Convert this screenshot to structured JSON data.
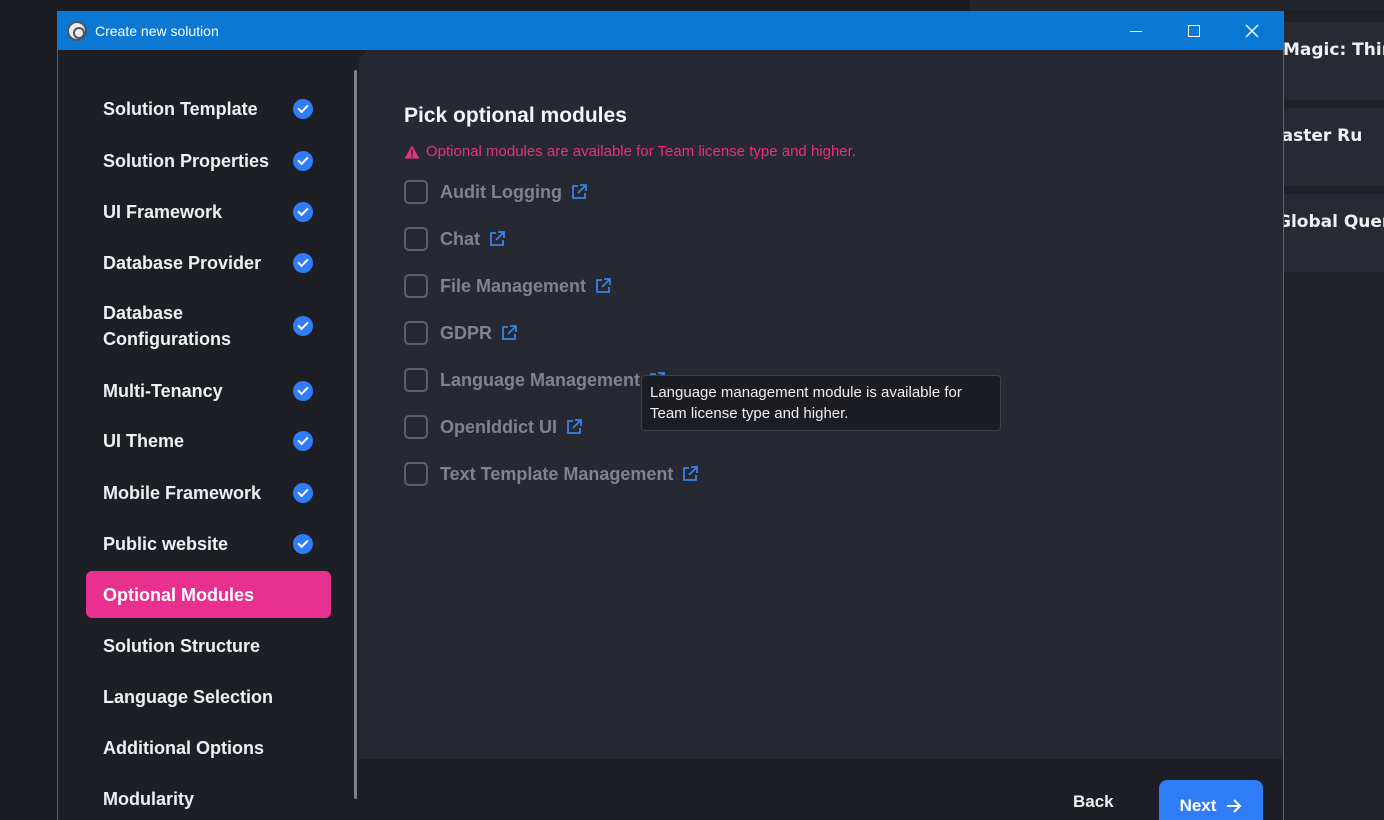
{
  "window": {
    "title": "Create new solution"
  },
  "background": {
    "cards": [
      "Magic: Thin",
      "Faster Ru",
      "Global Query"
    ]
  },
  "sidebar": {
    "steps": [
      {
        "label": "Solution Template",
        "done": true
      },
      {
        "label": "Solution Properties",
        "done": true
      },
      {
        "label": "UI Framework",
        "done": true
      },
      {
        "label": "Database Provider",
        "done": true
      },
      {
        "label": "Database Configurations",
        "done": true
      },
      {
        "label": "Multi-Tenancy",
        "done": true
      },
      {
        "label": "UI Theme",
        "done": true
      },
      {
        "label": "Mobile Framework",
        "done": true
      },
      {
        "label": "Public website",
        "done": true
      },
      {
        "label": "Optional Modules",
        "done": false,
        "active": true
      },
      {
        "label": "Solution Structure",
        "done": false
      },
      {
        "label": "Language Selection",
        "done": false
      },
      {
        "label": "Additional Options",
        "done": false
      },
      {
        "label": "Modularity",
        "done": false
      }
    ]
  },
  "main": {
    "title": "Pick optional modules",
    "warning": "Optional modules are available for Team license type and higher.",
    "modules": [
      {
        "label": "Audit Logging",
        "checked": false
      },
      {
        "label": "Chat",
        "checked": false
      },
      {
        "label": "File Management",
        "checked": false
      },
      {
        "label": "GDPR",
        "checked": false
      },
      {
        "label": "Language Management",
        "checked": false
      },
      {
        "label": "OpenIddict UI",
        "checked": false
      },
      {
        "label": "Text Template Management",
        "checked": false
      }
    ],
    "tooltip": "Language management module is available for Team license type and higher."
  },
  "footer": {
    "back_label": "Back",
    "next_label": "Next"
  },
  "colors": {
    "accent_pink": "#e8318f",
    "accent_blue": "#2f7cf6",
    "titlebar_blue": "#0b78d4",
    "warning_text": "#e8317f"
  }
}
